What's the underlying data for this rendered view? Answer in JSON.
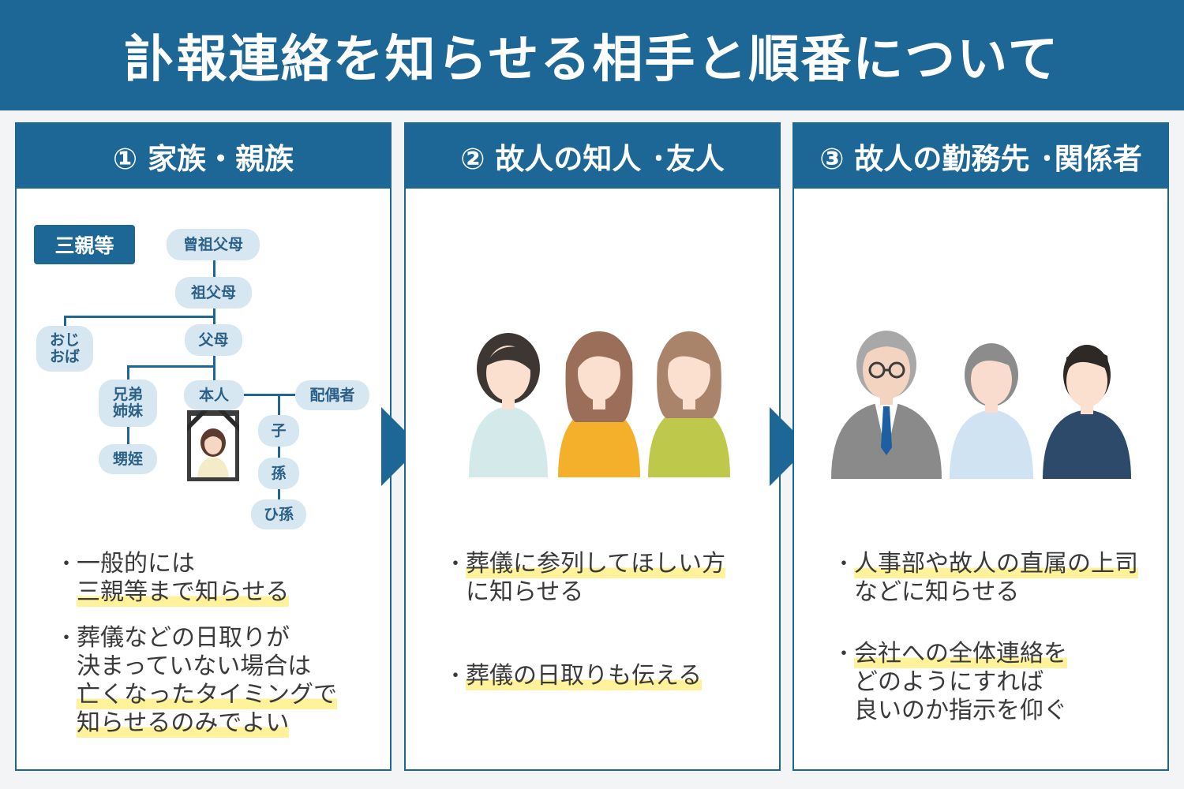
{
  "title": "訃報連絡を知らせる相手と順番について",
  "panels": [
    {
      "heading": "① 家族・親族",
      "tag": "三親等",
      "tree": {
        "great_grandparents": "曾祖父母",
        "grandparents": "祖父母",
        "uncle_aunt_1": "おじ",
        "uncle_aunt_2": "おば",
        "parents": "父母",
        "siblings_1": "兄弟",
        "siblings_2": "姉妹",
        "self": "本人",
        "spouse": "配偶者",
        "child": "子",
        "grandchild": "孫",
        "nephew_niece": "甥姪",
        "great_grandchild": "ひ孫"
      },
      "bullets": [
        [
          "一般的には",
          "三親等まで知らせる"
        ],
        [
          "葬儀などの日取りが",
          "決まっていない場合は",
          "亡くなったタイミングで",
          "知らせるのみでよい"
        ]
      ]
    },
    {
      "heading": "② 故人の知人 ･友人",
      "bullets": [
        [
          "葬儀に参列してほしい方",
          "に知らせる"
        ],
        [
          "葬儀の日取りも伝える"
        ]
      ]
    },
    {
      "heading": "③ 故人の勤務先 ･関係者",
      "bullets": [
        [
          "人事部や故人の直属の上司",
          "などに知らせる"
        ],
        [
          "会社への全体連絡を",
          "どのようにすれば",
          "良いのか指示を仰ぐ"
        ]
      ]
    }
  ],
  "bullet_mark": "・",
  "colors": {
    "primary": "#1d6796",
    "node_bg": "#d7e7f1",
    "highlight": "#fff29a"
  }
}
